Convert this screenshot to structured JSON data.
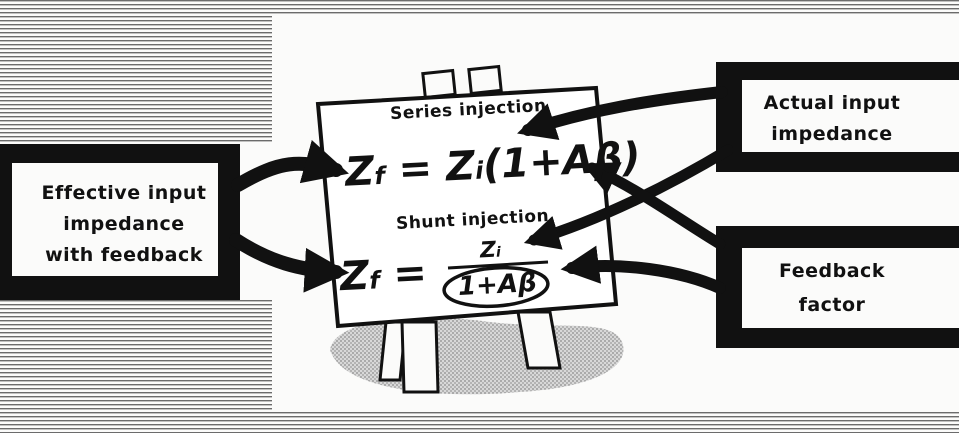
{
  "labels": {
    "effective": [
      "Effective input",
      "impedance",
      "with feedback"
    ],
    "actual": [
      "Actual input",
      "impedance"
    ],
    "feedback": [
      "Feedback",
      "factor"
    ]
  },
  "board": {
    "series_title": "Series injection",
    "shunt_title": "Shunt injection",
    "series_eq": {
      "z": "Z",
      "zsub": "f",
      "eq": " = ",
      "zi": "Z",
      "zisub": "i",
      "rest": "(1+Aβ)"
    },
    "shunt_eq": {
      "z": "Z",
      "zsub": "f",
      "eq": " = ",
      "num": "Z",
      "numsub": "i",
      "den": "1+Aβ"
    }
  },
  "colors": {
    "ink": "#111111",
    "paper": "#fbfbfa",
    "shadow": "#bdbdbd"
  }
}
